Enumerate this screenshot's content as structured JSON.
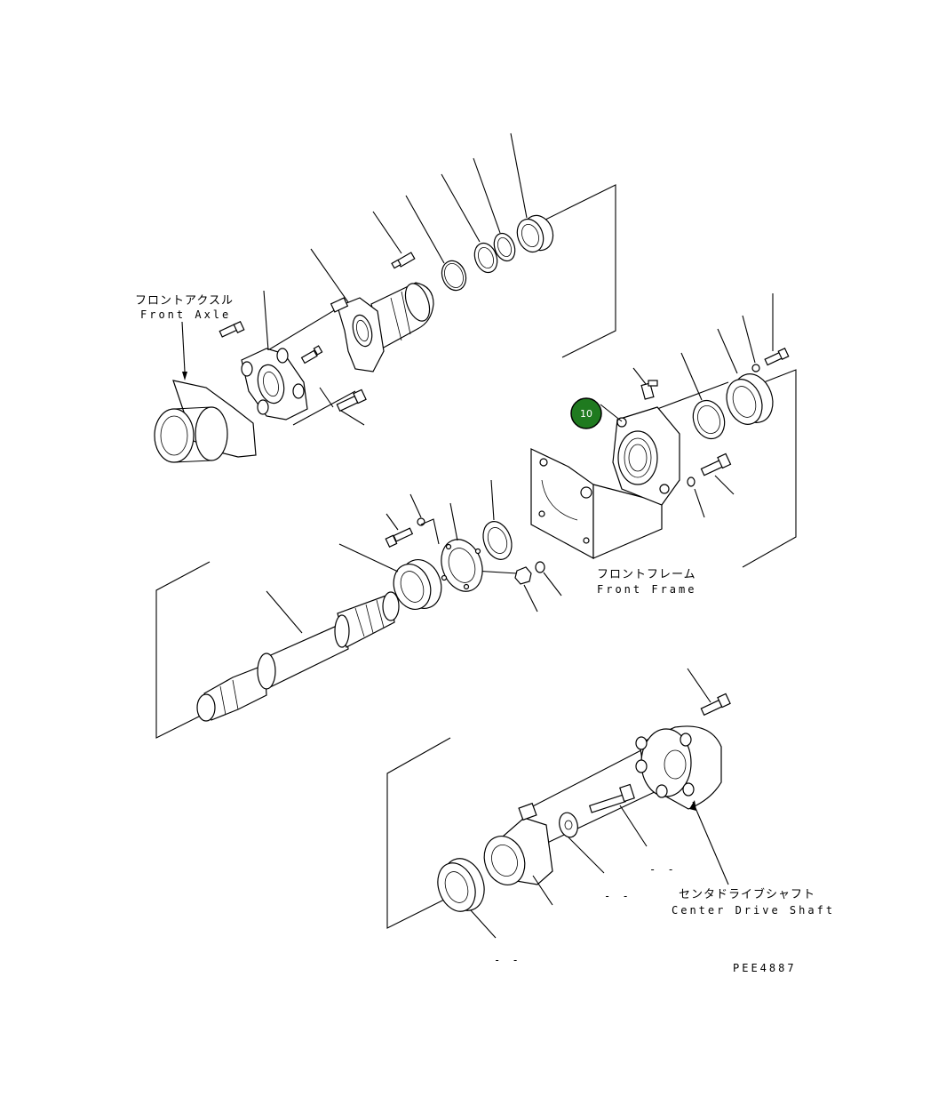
{
  "labels": {
    "front_axle_jp": "フロントアクスル",
    "front_axle_en": "Front Axle",
    "front_frame_jp": "フロントフレーム",
    "front_frame_en": "Front Frame",
    "center_drive_jp": "センタドライブシャフト",
    "center_drive_en": "Center Drive Shaft",
    "figure_code": "PEE4887",
    "callout": "10",
    "dash_a": "- -",
    "dash_b": "- -",
    "dash_c": "- -"
  },
  "colors": {
    "callout_fill": "#1f7a1f",
    "line": "#000000"
  }
}
